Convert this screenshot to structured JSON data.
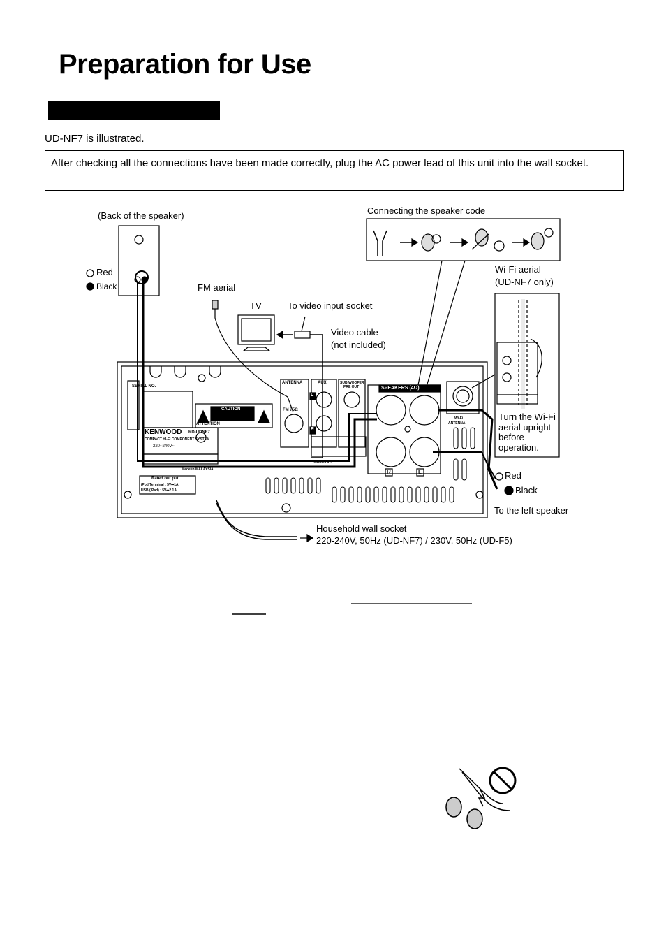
{
  "page": {
    "title": "Preparation for Use",
    "intro": "UD-NF7 is illustrated.",
    "notice": "After checking all the connections have been made correctly, plug the AC power lead of this unit into the wall socket."
  },
  "diagram": {
    "back_of_speaker": "(Back of the speaker)",
    "connecting_code": "Connecting the speaker code",
    "red_left": "Red",
    "black_left": "Black",
    "fm_aerial": "FM aerial",
    "tv": "TV",
    "to_video_input": "To video input socket",
    "video_cable": "Video cable",
    "not_included": "(not included)",
    "wifi_aerial": "Wi-Fi aerial",
    "wifi_model": "(UD-NF7 only)",
    "turn_wifi": [
      "Turn the Wi-Fi",
      "aerial upright",
      "before",
      "operation."
    ],
    "red_right": "Red",
    "black_right": "Black",
    "to_left_speaker": "To the left speaker",
    "household_socket": "Household wall socket",
    "voltage": "220-240V, 50Hz (UD-NF7) / 230V, 50Hz (UD-F5)"
  },
  "panel_labels": {
    "serial": "SERIAL NO.",
    "caution": "CAUTION",
    "attention": "ATTENTION",
    "brand": "KENWOOD",
    "model": "RD-UDNF7",
    "system": "COMPACT HI-FI COMPONENT SYSTEM",
    "voltage": "220~240V~",
    "made_in": "Made in MALAYSIA",
    "rated_output": "Rated out put",
    "ipod_terminal": "iPod Terminal : 5V⎓1A",
    "usb_ipad": "USB (iPad) : 5V⎓2.1A",
    "antenna": "ANTENNA",
    "fm": "FM 75Ω",
    "aux": "AUX",
    "aux_l": "L",
    "aux_r": "R",
    "subwoofer": "SUB WOOFER",
    "pre_out": "PRE OUT",
    "video_out": "VIDEO OUT",
    "speakers": "SPEAKERS (4Ω)",
    "spk_r": "R",
    "spk_l": "L",
    "wifi": "Wi-Fi",
    "wifi_antenna": "ANTENNA"
  },
  "colors": {
    "ink": "#000000",
    "paper": "#ffffff",
    "panel_gray": "#f4f4f4"
  },
  "icons": [
    "prohibited-icon",
    "speaker-terminal-icon",
    "arrow-right-icon"
  ]
}
